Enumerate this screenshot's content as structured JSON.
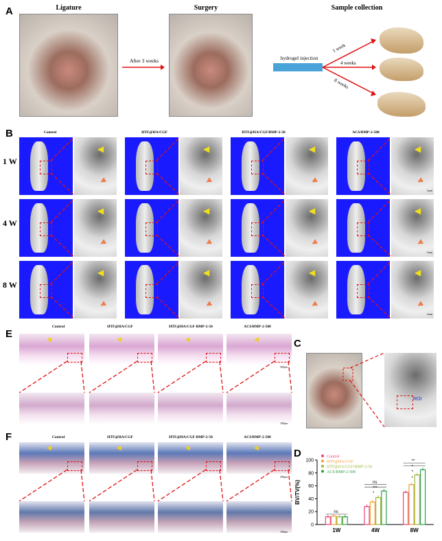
{
  "panelA": {
    "letter": "A",
    "headers": [
      "Ligature",
      "Surgery",
      "Sample collection"
    ],
    "arrow_label": "After 3 weeks",
    "box_label": "hydrogel injection",
    "branches": [
      "1 week",
      "4 weeks",
      "8 weeks"
    ]
  },
  "panelB": {
    "letter": "B",
    "groups": [
      "Control",
      "HTF@HA/CGF",
      "HTF@HA/CGF/BMP-2-50",
      "ACS/BMP-2-500"
    ],
    "rows": [
      "1 W",
      "4 W",
      "8 W"
    ],
    "scale": "1mm"
  },
  "panelE": {
    "letter": "E",
    "groups": [
      "Control",
      "HTF@HA/CGF",
      "HTF@HA/CGF-BMP-2-50",
      "ACS/BMP-2-500"
    ],
    "scale_top": "500μm",
    "scale_bottom": "100μm"
  },
  "panelC": {
    "letter": "C",
    "roi": "ROI"
  },
  "panelF": {
    "letter": "F",
    "groups": [
      "Control",
      "HTF@HA/CGF",
      "HTF@HA/CGF-BMP-2-50",
      "ACS/BMP-2-500"
    ],
    "scale_top": "500μm",
    "scale_bottom": "100μm"
  },
  "chart_data": {
    "letter": "D",
    "type": "bar",
    "categories": [
      "1W",
      "4W",
      "8W"
    ],
    "ylabel": "BV/TV(%)",
    "ylim": [
      0,
      100
    ],
    "yticks": [
      0,
      20,
      40,
      60,
      80,
      100
    ],
    "series": [
      {
        "name": "Control",
        "color": "#e8417a",
        "values": [
          12,
          28,
          50
        ]
      },
      {
        "name": "HTF@HA/CGF",
        "color": "#f2a033",
        "values": [
          13,
          35,
          62
        ]
      },
      {
        "name": "HTF@HA/CGF/BMP-2-50",
        "color": "#9bb83a",
        "values": [
          12,
          42,
          77
        ]
      },
      {
        "name": "ACS/BMP-2-500",
        "color": "#2e9e4a",
        "values": [
          12,
          52,
          85
        ]
      }
    ],
    "annotations": [
      "ns",
      "*",
      "***",
      "ns",
      "*",
      "*",
      "*",
      "**"
    ]
  }
}
